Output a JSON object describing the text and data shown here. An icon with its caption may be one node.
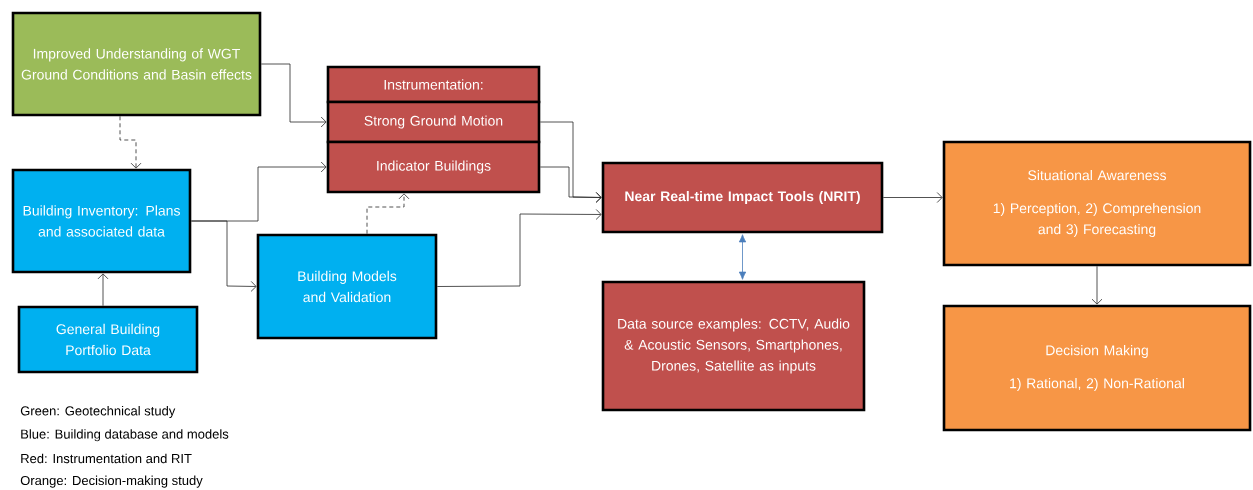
{
  "diagram": {
    "nodes": [
      {
        "text": [
          "Improved Understanding of WGT Ground Conditions and Basin effects"
        ]
      },
      {
        "text": [
          "Instrumentation:"
        ]
      },
      {
        "text": [
          "Strong Ground Motion"
        ]
      },
      {
        "text": [
          "Indicator Buildings"
        ]
      },
      {
        "text": [
          "Building Inventory: Plans and associated data"
        ]
      },
      {
        "text": [
          "General Building Portfolio Data"
        ]
      },
      {
        "text": [
          "Building Models and Validation"
        ]
      },
      {
        "text": [
          "Near Real-time Impact Tools (NRIT)"
        ]
      },
      {
        "text": [
          "Data source examples: CCTV, Audio & Acoustic Sensors, Smartphones, Drones, Satellite as inputs"
        ]
      },
      {
        "text": [
          "Situational Awareness",
          "1) Perception, 2) Comprehension and 3) Forecasting"
        ]
      },
      {
        "text": [
          "Decision Making",
          "1) Rational, 2) Non-Rational"
        ]
      }
    ],
    "edges": [
      {
        "from": 0,
        "to": 2,
        "arrow": "to"
      },
      {
        "from": 0,
        "to": 4,
        "arrow": "to",
        "style": "dashed"
      },
      {
        "from": 4,
        "to": 3,
        "arrow": "to"
      },
      {
        "from": 4,
        "to": 6,
        "arrow": "to"
      },
      {
        "from": 5,
        "to": 4,
        "arrow": "to"
      },
      {
        "from": 6,
        "to": 3,
        "arrow": "to",
        "style": "dashed"
      },
      {
        "from": 2,
        "to": 7,
        "arrow": "to"
      },
      {
        "from": 3,
        "to": 7,
        "arrow": "to"
      },
      {
        "from": 6,
        "to": 7,
        "arrow": "to"
      },
      {
        "from": 7,
        "to": 8,
        "arrow": "both",
        "color": "#4a7ebb"
      },
      {
        "from": 7,
        "to": 9,
        "arrow": "to"
      },
      {
        "from": 9,
        "to": 10,
        "arrow": "to"
      }
    ],
    "labels": [
      "Green: Geotechnical study",
      "Blue: Building database and models",
      "Red: Instrumentation and RIT",
      "Orange: Decision-making study"
    ]
  }
}
